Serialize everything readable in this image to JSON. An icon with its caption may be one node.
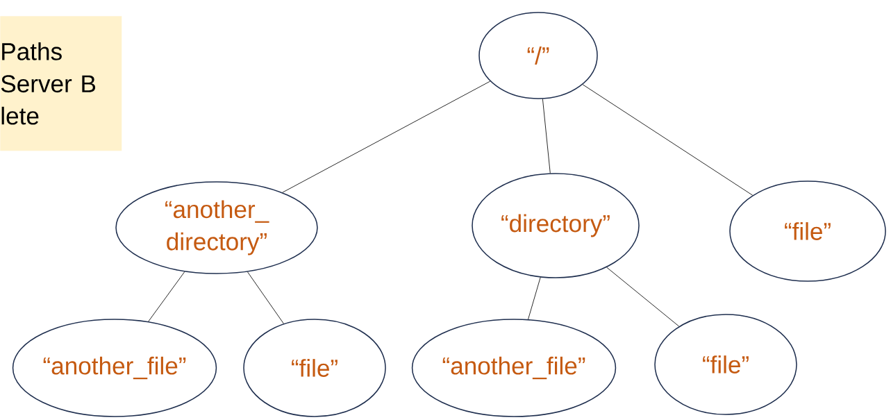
{
  "diagram": {
    "nodes": [
      {
        "text": [
          "Paths Server B lete"
        ]
      },
      {
        "text": [
          "“/”"
        ]
      },
      {
        "text": [
          "“another_ directory”"
        ]
      },
      {
        "text": [
          "“directory”"
        ]
      },
      {
        "text": [
          "“file”"
        ]
      },
      {
        "text": [
          "“another_file”"
        ]
      },
      {
        "text": [
          "“file”"
        ]
      },
      {
        "text": [
          "“another_file”"
        ]
      },
      {
        "text": [
          "“file”"
        ]
      }
    ],
    "edges": [
      {
        "from": 1,
        "to": 2,
        "arrow": "none"
      },
      {
        "from": 1,
        "to": 3,
        "arrow": "none"
      },
      {
        "from": 1,
        "to": 4,
        "arrow": "none"
      },
      {
        "from": 2,
        "to": 5,
        "arrow": "none"
      },
      {
        "from": 2,
        "to": 6,
        "arrow": "none"
      },
      {
        "from": 3,
        "to": 7,
        "arrow": "none"
      },
      {
        "from": 3,
        "to": 8,
        "arrow": "none"
      }
    ]
  }
}
